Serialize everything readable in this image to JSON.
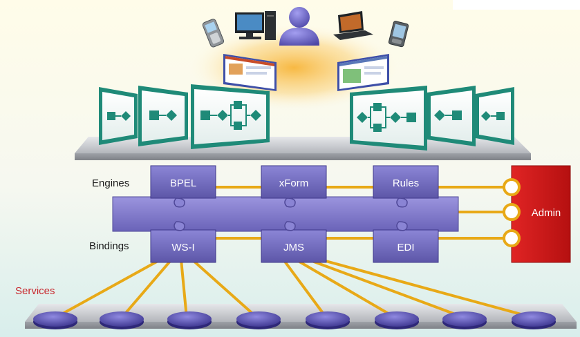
{
  "rows": {
    "engines_label": "Engines",
    "bindings_label": "Bindings",
    "services_label": "Services"
  },
  "engines": [
    "BPEL",
    "xForm",
    "Rules"
  ],
  "bindings": [
    "WS-I",
    "JMS",
    "EDI"
  ],
  "admin_label": "Admin",
  "colors": {
    "background_top": "#fffbe6",
    "background_bottom": "#dff0ee",
    "bus_block": "#7b75c8",
    "bus_block_dark": "#4f4898",
    "connector": "#e8a917",
    "admin_red": "#d21f1f",
    "platform": "#c7c9cd",
    "process_teal": "#1f8a78",
    "services_label": "#c8282d"
  },
  "icons": [
    "user-icon",
    "desktop-computer-icon",
    "laptop-icon",
    "mobile-phone-icon",
    "pda-icon",
    "browser-window-icon",
    "process-panel-icon",
    "service-node-icon"
  ]
}
